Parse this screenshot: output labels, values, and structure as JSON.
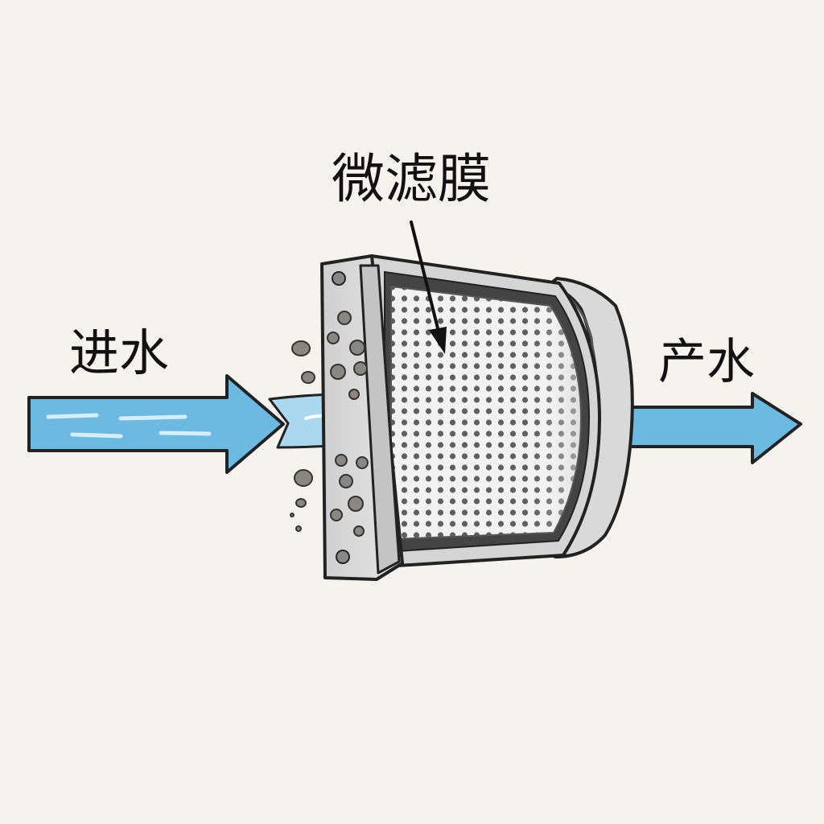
{
  "labels": {
    "inlet": "进水",
    "outlet": "产水",
    "membrane": "微滤膜"
  },
  "colors": {
    "background": "#f5f3ee",
    "water": "#6cb9e2",
    "water_light": "#a9d8f0",
    "outline": "#2a2a2a",
    "housing": "#d9d9d9",
    "mesh_dot": "#5f5f5f",
    "particle": "#8a8782"
  }
}
